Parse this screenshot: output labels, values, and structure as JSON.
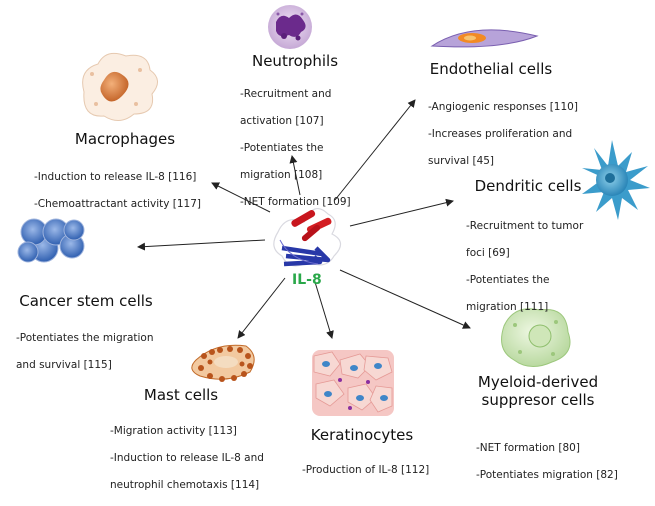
{
  "center": {
    "label": "IL-8"
  },
  "cells": {
    "neutrophils": {
      "title": "Neutrophils",
      "effects": [
        "-Recruitment and",
        "activation [107]",
        "-Potentiates the",
        "migration [108]",
        "-NET formation [109]"
      ]
    },
    "endothelial": {
      "title": "Endothelial cells",
      "effects": [
        "-Angiogenic responses [110]",
        "-Increases proliferation and",
        "survival [45]"
      ]
    },
    "macrophages": {
      "title": "Macrophages",
      "effects": [
        "-Induction to release IL-8 [116]",
        "-Chemoattractant activity [117]"
      ]
    },
    "dendritic": {
      "title": "Dendritic cells",
      "effects": [
        "-Recruitment to tumor",
        "foci [69]",
        "-Potentiates the",
        "migration [111]"
      ]
    },
    "cancer_stem": {
      "title": "Cancer stem cells",
      "effects": [
        "-Potentiates the migration",
        "and survival [115]"
      ]
    },
    "mast": {
      "title": "Mast cells",
      "effects": [
        "-Migration activity [113]",
        "-Induction to release IL-8 and",
        "neutrophil chemotaxis [114]"
      ]
    },
    "keratinocytes": {
      "title": "Keratinocytes",
      "effects": [
        "-Production of IL-8 [112]"
      ]
    },
    "mdsc": {
      "title_line1": "Myeloid-derived",
      "title_line2": "suppresor cells",
      "effects": [
        "-NET formation [80]",
        "-Potentiates migration [82]"
      ]
    }
  },
  "icons": [
    "neutrophil-icon",
    "endothelial-cell-icon",
    "macrophage-icon",
    "dendritic-cell-icon",
    "cancer-stem-cell-icon",
    "mast-cell-icon",
    "keratinocyte-icon",
    "mdsc-icon",
    "il8-protein-icon"
  ],
  "colors": {
    "label_green": "#2aa84a",
    "arrow": "#222222"
  }
}
